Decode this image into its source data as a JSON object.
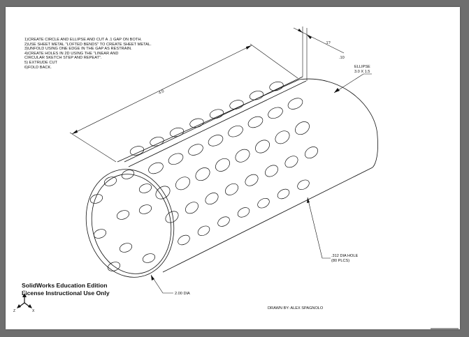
{
  "notes": [
    "1)CREATE CIRCLE AND ELLIPSE AND CUT A .1 GAP ON BOTH.",
    "2)USE SHEET METAL \"LOFTED BENDS\" TO CREATE SHEET METAL.",
    "3)UNFOLD USING ONE EDGE IN THE GAP AS RESTRAIN.",
    "4)CREATE HOLES IN 2D USING THE \"LINEAR AND",
    "   CIRCULAR SKETCH STEP AND REPEAT\".",
    "5) EXTRUDE CUT",
    "6)FOLD BACK."
  ],
  "dimensions": {
    "length": "4.0",
    "gap_small": ".1?",
    "gap": ".10",
    "ellipse_label": "ELLIPSE",
    "ellipse_size": "3.0 X 1.5",
    "circle_dia": "2.00 DIA",
    "hole_label": ".312 DIA HOLE",
    "hole_count": "(80 PLCS)"
  },
  "watermark": {
    "line1": "SolidWorks Education Edition",
    "line2": "License Instructional Use Only"
  },
  "drawn_by": "DRAWN BY: ALEX SPAGNOLO",
  "triad": {
    "y": "Y",
    "x": "X",
    "z": "Z"
  }
}
